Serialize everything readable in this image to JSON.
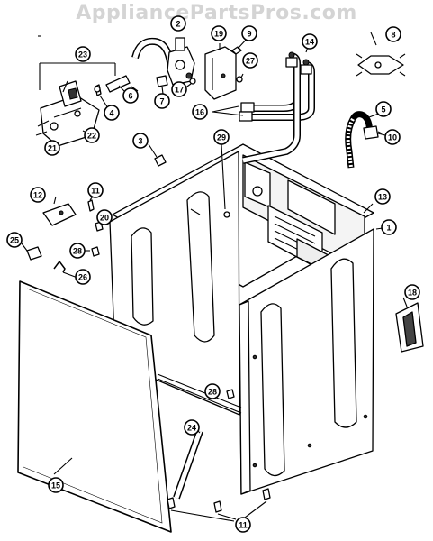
{
  "watermark": "AppliancePartsPros.com",
  "callouts": [
    "1",
    "2",
    "3",
    "4",
    "5",
    "6",
    "7",
    "8",
    "9",
    "10",
    "11",
    "11",
    "12",
    "13",
    "14",
    "15",
    "16",
    "17",
    "18",
    "19",
    "20",
    "21",
    "22",
    "23",
    "24",
    "25",
    "26",
    "27",
    "28",
    "28",
    "29"
  ]
}
